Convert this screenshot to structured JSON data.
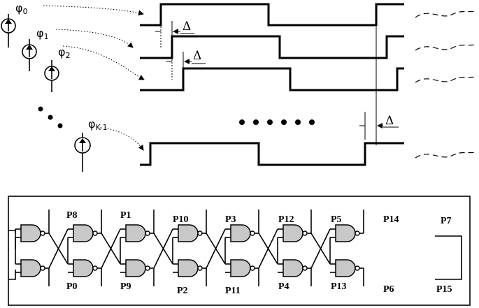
{
  "phases": [
    {
      "symbol": "φ",
      "sub": "0"
    },
    {
      "symbol": "φ",
      "sub": "1"
    },
    {
      "symbol": "φ",
      "sub": "2"
    },
    {
      "symbol": "φ",
      "sub": "K-1"
    }
  ],
  "delta_label": "Δ",
  "ellipsis": "• • • • • •",
  "taps_top": [
    "P8",
    "P1",
    "P10",
    "P3",
    "P12",
    "P5",
    "P14",
    "P7"
  ],
  "taps_bottom": [
    "P0",
    "P9",
    "P2",
    "P11",
    "P4",
    "P13",
    "P6",
    "P15"
  ],
  "stage_count": 7
}
